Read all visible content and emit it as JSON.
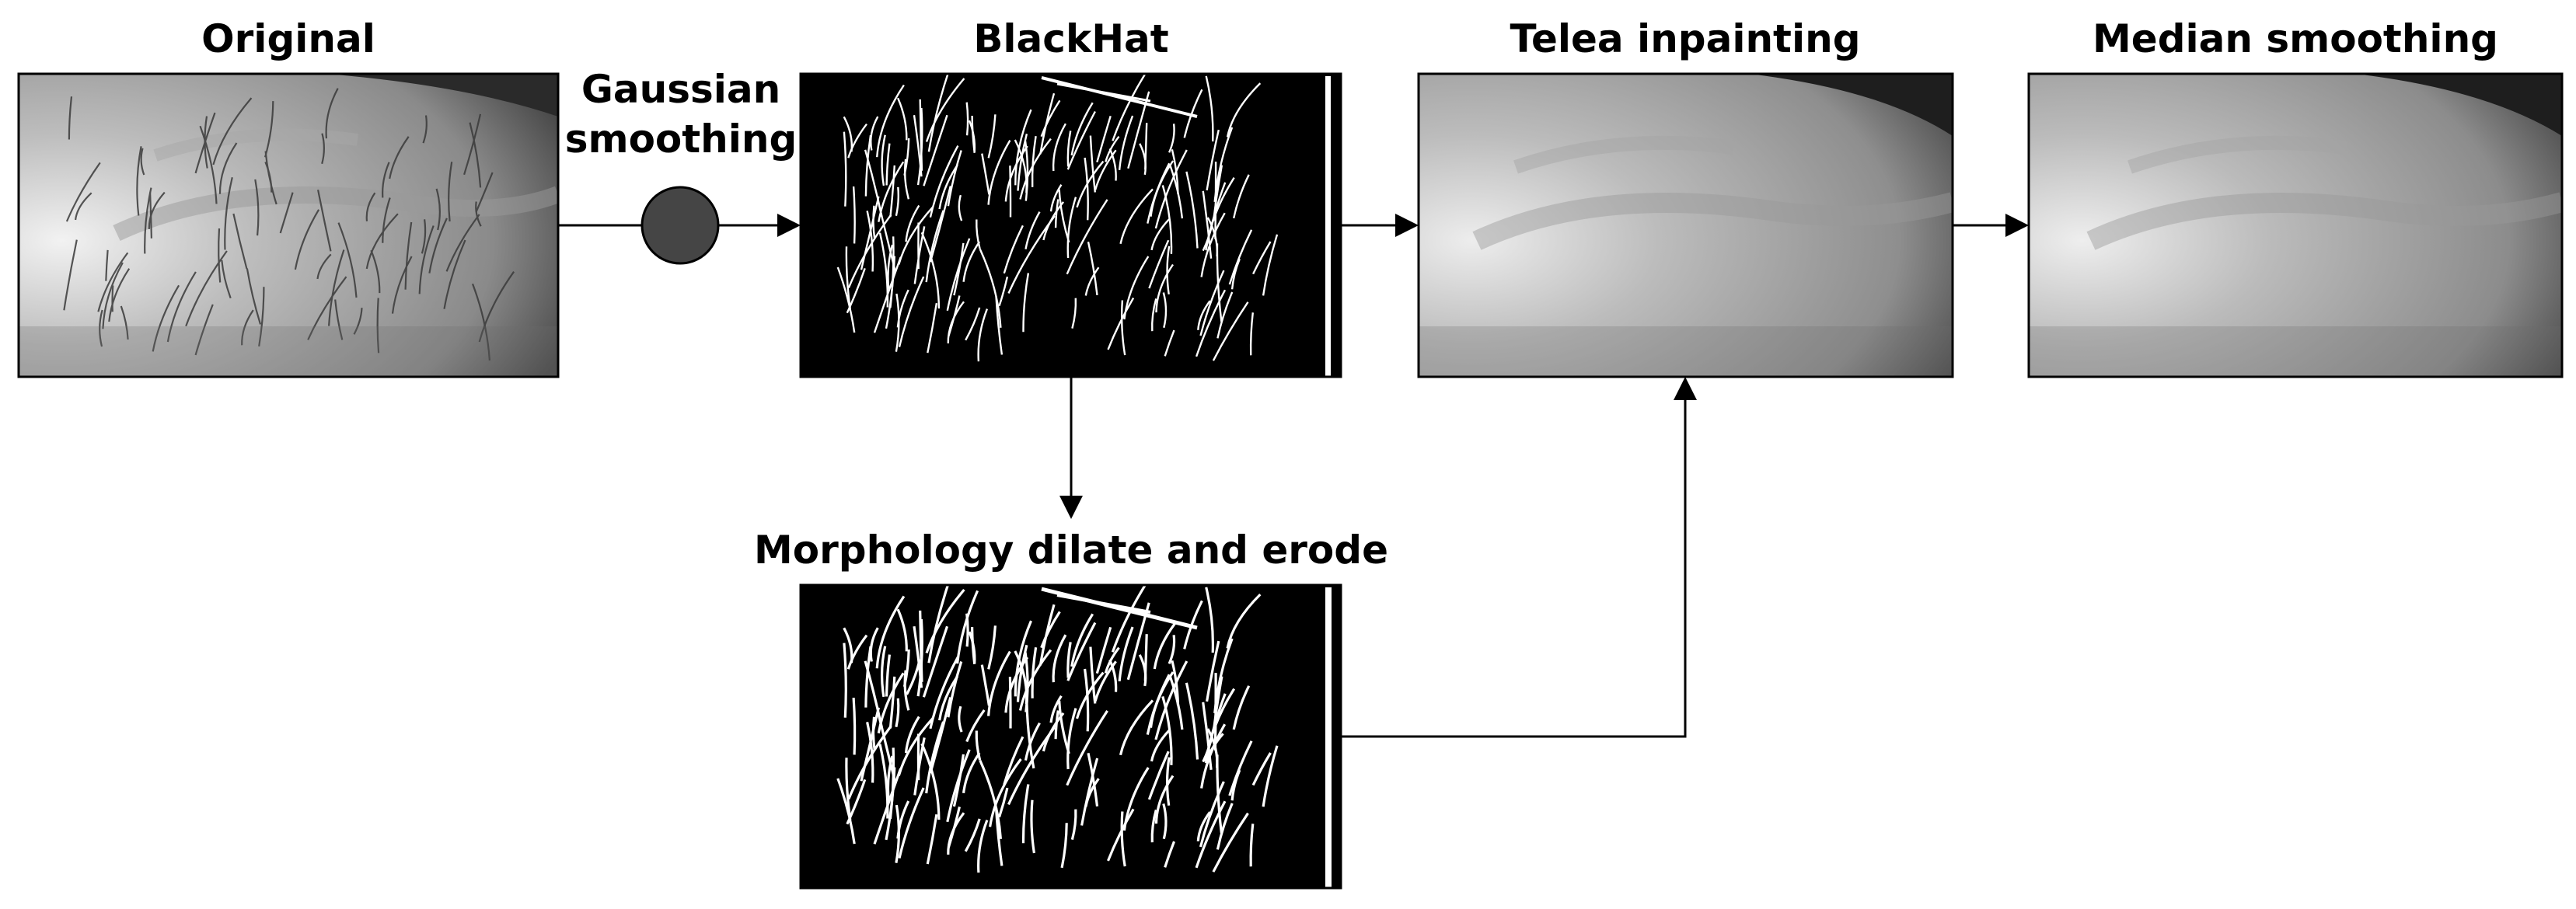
{
  "labels": {
    "original": "Original",
    "gaussian_line1": "Gaussian",
    "gaussian_line2": "smoothing",
    "blackhat": "BlackHat",
    "telea": "Telea inpainting",
    "median": "Median smoothing",
    "morphology": "Morphology dilate and erode"
  },
  "colors": {
    "stroke": "#000000",
    "gaussian_node": "#454545",
    "mask_background": "#000000",
    "hair_lines": "#ffffff"
  }
}
